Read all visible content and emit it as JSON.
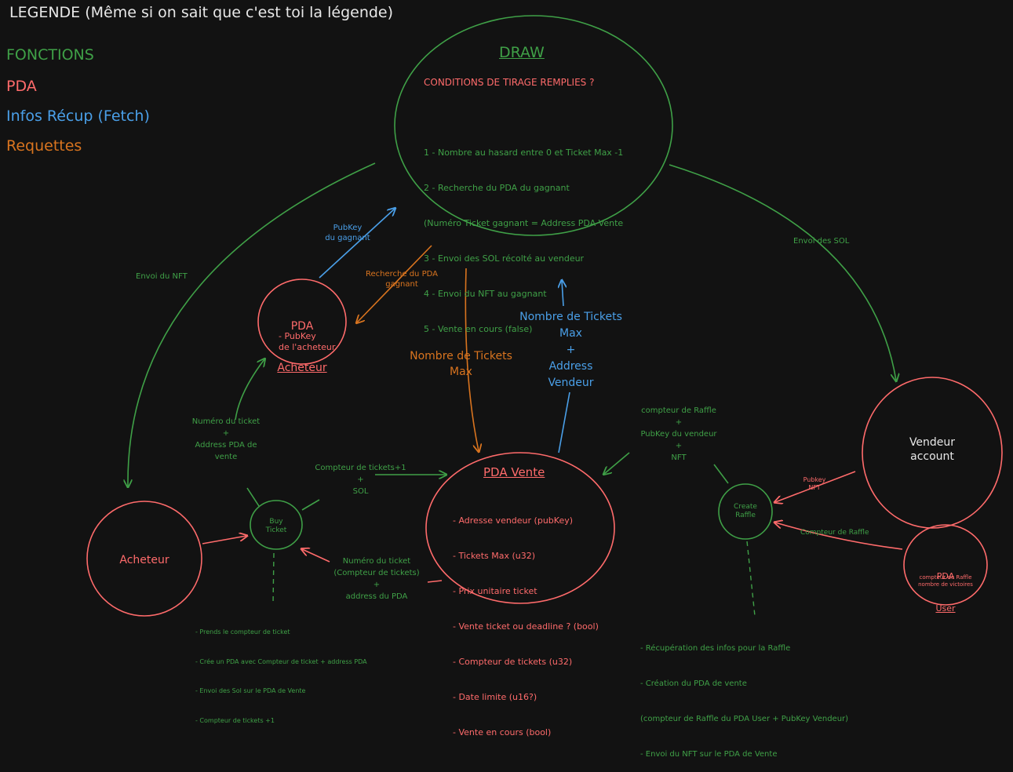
{
  "legend": {
    "title": "LEGENDE (Même si on sait que c'est toi la légende)",
    "fonctions": "FONCTIONS",
    "pda": "PDA",
    "infos": "Infos Récup (Fetch)",
    "requettes": "Requettes"
  },
  "draw": {
    "title": "DRAW",
    "question": "CONDITIONS DE TIRAGE REMPLIES ?",
    "steps": [
      "1 - Nombre au hasard entre 0 et Ticket Max -1",
      "2 - Recherche du PDA du gagnant",
      "(Numéro Ticket gagnant = Address PDA Vente",
      "3 - Envoi des SOL récolté au vendeur",
      "4 - Envoi du NFT au gagnant",
      "5 - Vente en cours (false)"
    ]
  },
  "pda_acheteur": {
    "title1": "PDA",
    "title2": "Acheteur",
    "body": "- PubKey\nde l'acheteur"
  },
  "pda_vente": {
    "title": "PDA Vente",
    "fields": [
      "- Adresse vendeur (pubKey)",
      "- Tickets Max (u32)",
      "- Prix unitaire ticket",
      "- Vente ticket ou deadline ? (bool)",
      "- Compteur de tickets (u32)",
      "- Date limite (u16?)",
      "- Vente en cours (bool)"
    ]
  },
  "vendeur": {
    "label": "Vendeur\naccount"
  },
  "acheteur": {
    "label": "Acheteur"
  },
  "buy_ticket": {
    "label": "Buy\nTicket"
  },
  "create_raffle": {
    "label": "Create\nRaffle"
  },
  "pda_user": {
    "title1": "PDA",
    "title2": "User",
    "body": "compteur de Raffle\nnombre de victoires"
  },
  "edges": {
    "pubkey_gagnant": "PubKey\ndu gagnant",
    "recherche_pda": "Recherche du PDA\ngagnant",
    "envoi_nft": "Envoi du NFT",
    "envoi_sol": "Envoi des SOL",
    "nb_tickets_orange": "Nombre de Tickets\nMax",
    "nb_tickets_blue": "Nombre de Tickets\nMax\n+\nAddress\nVendeur",
    "compteur_raffle": "compteur de Raffle\n+\nPubKey du vendeur\n+\nNFT",
    "numero_ticket_left": "Numéro du ticket\n+\nAddress PDA de\nvente",
    "compteur_tickets": "Compteur de tickets+1\n+\nSOL",
    "numero_ticket_bottom": "Numéro du ticket\n(Compteur de tickets)\n+\naddress du PDA",
    "pubkey_nft": "Pubkey\nNFT",
    "compteur_raffle_user": "Compteur de Raffle"
  },
  "notes": {
    "buy_ticket": [
      "- Prends le compteur de ticket",
      "- Crée un PDA avec Compteur de ticket + address PDA",
      "- Envoi des Sol sur le PDA de Vente",
      "- Compteur de tickets +1"
    ],
    "create_raffle": [
      "- Récupération des infos pour la Raffle",
      "- Création du PDA de vente",
      "(compteur de Raffle du PDA User + PubKey Vendeur)",
      "- Envoi du NFT sur le PDA de Vente"
    ]
  },
  "colors": {
    "green": "#3fa047",
    "red": "#ff6b6b",
    "blue": "#4a9fe8",
    "orange": "#d9741f"
  }
}
